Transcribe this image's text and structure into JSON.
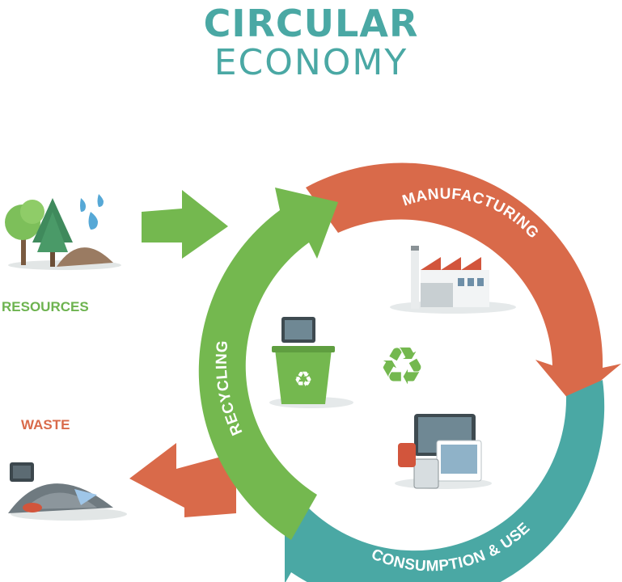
{
  "title": {
    "line1": "CIRCULAR",
    "line2": "ECONOMY"
  },
  "labels": {
    "resources": "RESOURCES",
    "waste": "WASTE",
    "manufacturing": "MANUFACTURING",
    "consumption": "CONSUMPTION & USE",
    "recycling": "RECYCLING"
  },
  "colors": {
    "teal": "#4aa8a4",
    "green": "#6db34f",
    "orange": "#d96a4a"
  }
}
